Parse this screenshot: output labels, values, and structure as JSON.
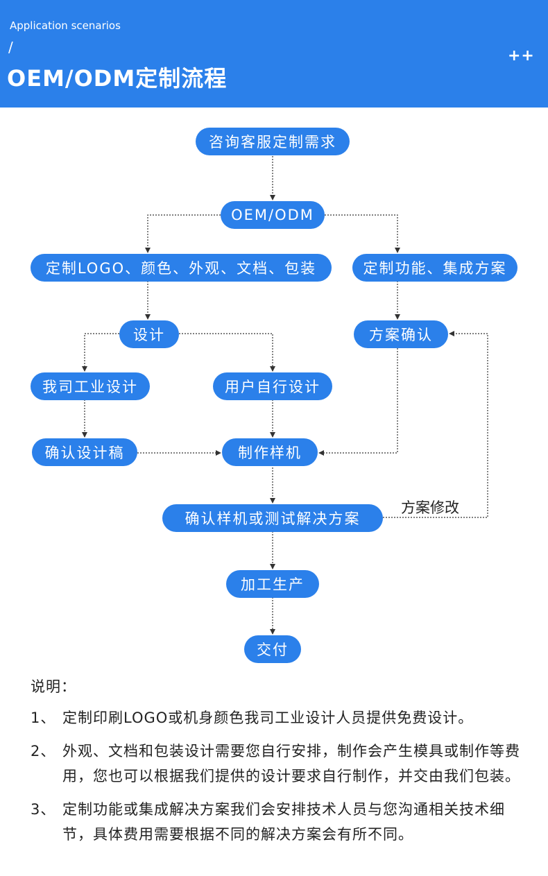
{
  "header": {
    "subtitle": "Application scenarios",
    "slash": "/",
    "title": "OEM/ODM定制流程",
    "plus": "++"
  },
  "flow": {
    "consult": "咨询客服定制需求",
    "oem": "OEM/ODM",
    "custom_logo": "定制LOGO、颜色、外观、文档、包装",
    "custom_function": "定制功能、集成方案",
    "design": "设计",
    "plan_confirm": "方案确认",
    "company_design": "我司工业设计",
    "user_design": "用户自行设计",
    "confirm_draft": "确认设计稿",
    "make_sample": "制作样机",
    "confirm_sample": "确认样机或测试解决方案",
    "plan_modify": "方案修改",
    "production": "加工生产",
    "delivery": "交付"
  },
  "notes": {
    "heading": "说明：",
    "items": [
      {
        "num": "1、",
        "text": "定制印刷LOGO或机身颜色我司工业设计人员提供免费设计。"
      },
      {
        "num": "2、",
        "text": "外观、文档和包装设计需要您自行安排，制作会产生模具或制作等费用，您也可以根据我们提供的设计要求自行制作，并交由我们包装。"
      },
      {
        "num": "3、",
        "text": "定制功能或集成解决方案我们会安排技术人员与您沟通相关技术细节，具体费用需要根据不同的解决方案会有所不同。"
      }
    ]
  },
  "colors": {
    "accent": "#2b80ea",
    "text": "#222222",
    "connector": "#333333"
  }
}
